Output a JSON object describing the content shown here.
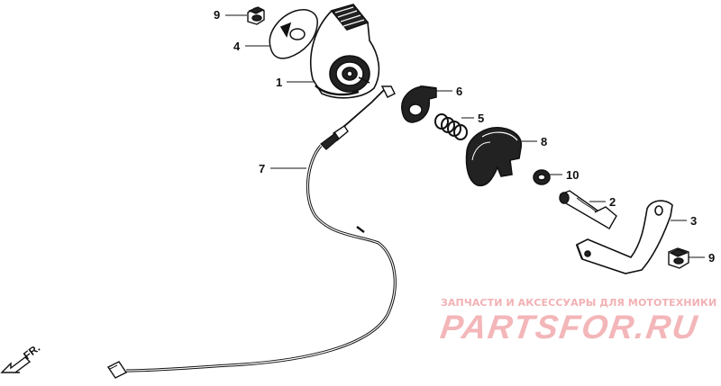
{
  "callouts": {
    "c1": "1",
    "c2": "2",
    "c3": "3",
    "c4": "4",
    "c5": "5",
    "c6": "6",
    "c7": "7",
    "c8": "8",
    "c9a": "9",
    "c9b": "9",
    "c10": "10"
  },
  "direction": {
    "label": "FR."
  },
  "watermark": {
    "tagline": "ЗАПЧАСТИ И АКСЕССУАРЫ ДЛЯ МОТОТЕХНИКИ",
    "logo": "PARTSFOR.RU"
  },
  "colors": {
    "ink": "#111111",
    "watermark": "#f2b1b4"
  }
}
